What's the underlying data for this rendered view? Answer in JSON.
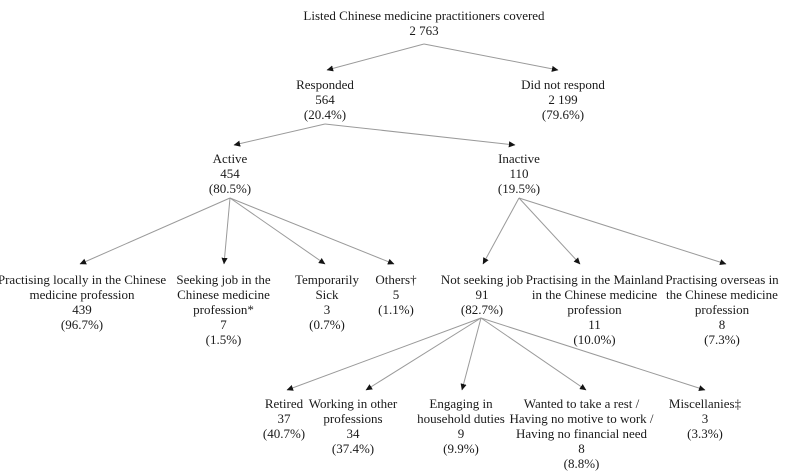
{
  "diagram": {
    "type": "tree-flowchart",
    "background": "#ffffff",
    "text_color": "#1a1a1a",
    "line_color": "#9a9a9a",
    "arrow_color": "#141414"
  },
  "nodes": {
    "root": {
      "label": "Listed Chinese medicine practitioners covered",
      "value": "2 763"
    },
    "responded": {
      "label": "Responded",
      "value": "564",
      "pct": "(20.4%)"
    },
    "did_not_respond": {
      "label": "Did not respond",
      "value": "2 199",
      "pct": "(79.6%)"
    },
    "active": {
      "label": "Active",
      "value": "454",
      "pct": "(80.5%)"
    },
    "inactive": {
      "label": "Inactive",
      "value": "110",
      "pct": "(19.5%)"
    },
    "practising_locally": {
      "label": "Practising locally in the Chinese medicine profession",
      "value": "439",
      "pct": "(96.7%)"
    },
    "seeking_job": {
      "label": "Seeking job in the Chinese medicine profession*",
      "value": "7",
      "pct": "(1.5%)"
    },
    "temporarily_sick": {
      "label": "Temporarily Sick",
      "value": "3",
      "pct": "(0.7%)"
    },
    "others": {
      "label": "Others†",
      "value": "5",
      "pct": "(1.1%)"
    },
    "not_seeking_job": {
      "label": "Not seeking job",
      "value": "91",
      "pct": "(82.7%)"
    },
    "practising_mainland": {
      "label": "Practising in the Mainland in the Chinese medicine profession",
      "value": "11",
      "pct": "(10.0%)"
    },
    "practising_overseas": {
      "label": "Practising overseas in the Chinese medicine profession",
      "value": "8",
      "pct": "(7.3%)"
    },
    "retired": {
      "label": "Retired",
      "value": "37",
      "pct": "(40.7%)"
    },
    "working_other_professions": {
      "label": "Working in other professions",
      "value": "34",
      "pct": "(37.4%)"
    },
    "household_duties": {
      "label": "Engaging in household duties",
      "value": "9",
      "pct": "(9.9%)"
    },
    "wanted_rest": {
      "label": "Wanted to take a rest / Having no motive to work / Having no financial need",
      "value": "8",
      "pct": "(8.8%)"
    },
    "miscellanies": {
      "label": "Miscellanies‡",
      "value": "3",
      "pct": "(3.3%)"
    }
  },
  "edges": [
    {
      "from": "root",
      "to": "responded"
    },
    {
      "from": "root",
      "to": "did_not_respond"
    },
    {
      "from": "responded",
      "to": "active"
    },
    {
      "from": "responded",
      "to": "inactive"
    },
    {
      "from": "active",
      "to": "practising_locally"
    },
    {
      "from": "active",
      "to": "seeking_job"
    },
    {
      "from": "active",
      "to": "temporarily_sick"
    },
    {
      "from": "active",
      "to": "others"
    },
    {
      "from": "inactive",
      "to": "not_seeking_job"
    },
    {
      "from": "inactive",
      "to": "practising_mainland"
    },
    {
      "from": "inactive",
      "to": "practising_overseas"
    },
    {
      "from": "not_seeking_job",
      "to": "retired"
    },
    {
      "from": "not_seeking_job",
      "to": "working_other_professions"
    },
    {
      "from": "not_seeking_job",
      "to": "household_duties"
    },
    {
      "from": "not_seeking_job",
      "to": "wanted_rest"
    },
    {
      "from": "not_seeking_job",
      "to": "miscellanies"
    }
  ]
}
